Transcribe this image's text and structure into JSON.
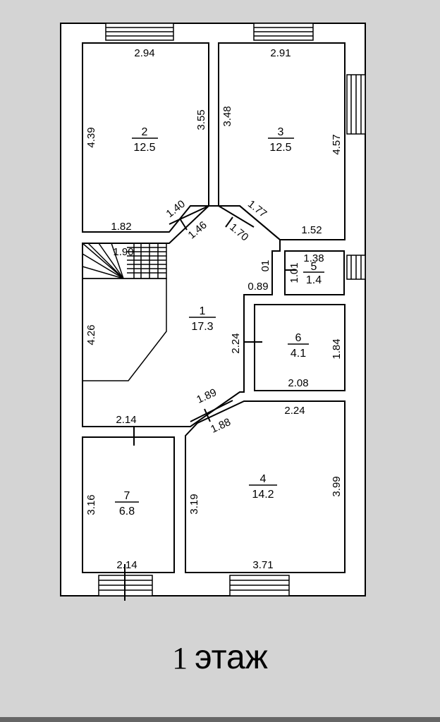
{
  "colors": {
    "background": "#d4d4d4",
    "wall": "#ffffff",
    "line": "#000000"
  },
  "rooms": [
    {
      "id": "1",
      "number": "1",
      "area": "17.3"
    },
    {
      "id": "2",
      "number": "2",
      "area": "12.5"
    },
    {
      "id": "3",
      "number": "3",
      "area": "12.5"
    },
    {
      "id": "4",
      "number": "4",
      "area": "14.2"
    },
    {
      "id": "5",
      "number": "5",
      "area": "1.4"
    },
    {
      "id": "6",
      "number": "6",
      "area": "4.1"
    },
    {
      "id": "7",
      "number": "7",
      "area": "6.8"
    }
  ],
  "dimensions": {
    "r2_top": "2.94",
    "r2_left": "4.39",
    "r2_right": "3.55",
    "r2_bottom": "1.82",
    "r2_diag": "1.40",
    "r3_top": "2.91",
    "r3_left": "3.48",
    "r3_right": "4.57",
    "r3_bottom": "1.52",
    "r3_diag": "1.77",
    "r1_diag_left": "1.46",
    "r1_diag_right": "1.70",
    "r1_stairs": "1.90",
    "r1_left": "4.26",
    "r1_small": "0.89",
    "r1_recess": "01",
    "r1_bottom_left": "2.14",
    "r1_diag_bottom": "1.89",
    "r5_top": "1.38",
    "r5_left": "1.01",
    "r6_left": "2.24",
    "r6_right": "1.84",
    "r6_bottom": "2.08",
    "r4_top": "2.24",
    "r4_diag": "1.88",
    "r4_left": "3.19",
    "r4_right": "3.99",
    "r4_bottom": "3.71",
    "r7_left": "3.16",
    "r7_bottom": "2.14"
  },
  "floor_label": {
    "number": "1",
    "word": "этаж"
  }
}
